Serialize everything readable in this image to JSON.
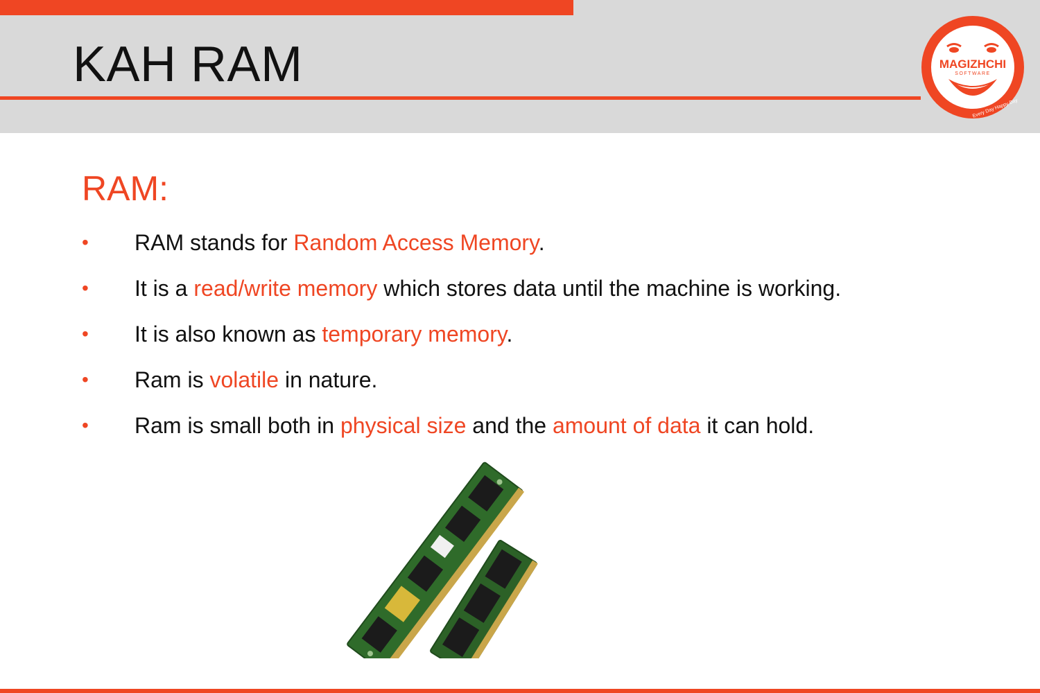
{
  "slide": {
    "title": "KAH RAM",
    "section_heading": "RAM:"
  },
  "logo": {
    "name": "MAGIZHCHI",
    "sub": "SOFTWARE",
    "tagline": "Every Day Happy Day"
  },
  "bullets": [
    {
      "parts": [
        "RAM stands for ",
        "Random Access Memory",
        "."
      ]
    },
    {
      "parts": [
        "It is a ",
        "read/write memory",
        " which stores data until the machine is working."
      ]
    },
    {
      "parts": [
        "It is also known as ",
        "temporary memory",
        "."
      ]
    },
    {
      "parts": [
        "Ram is ",
        "volatile",
        " in nature."
      ]
    },
    {
      "parts": [
        "Ram is small both in ",
        "physical size",
        " and the ",
        "amount of data",
        " it can hold."
      ]
    }
  ],
  "bullet_symbol": "•",
  "colors": {
    "accent": "#ef4623",
    "header_band": "#d9d9d9",
    "text": "#111111"
  },
  "image": {
    "subject": "ram-modules"
  }
}
